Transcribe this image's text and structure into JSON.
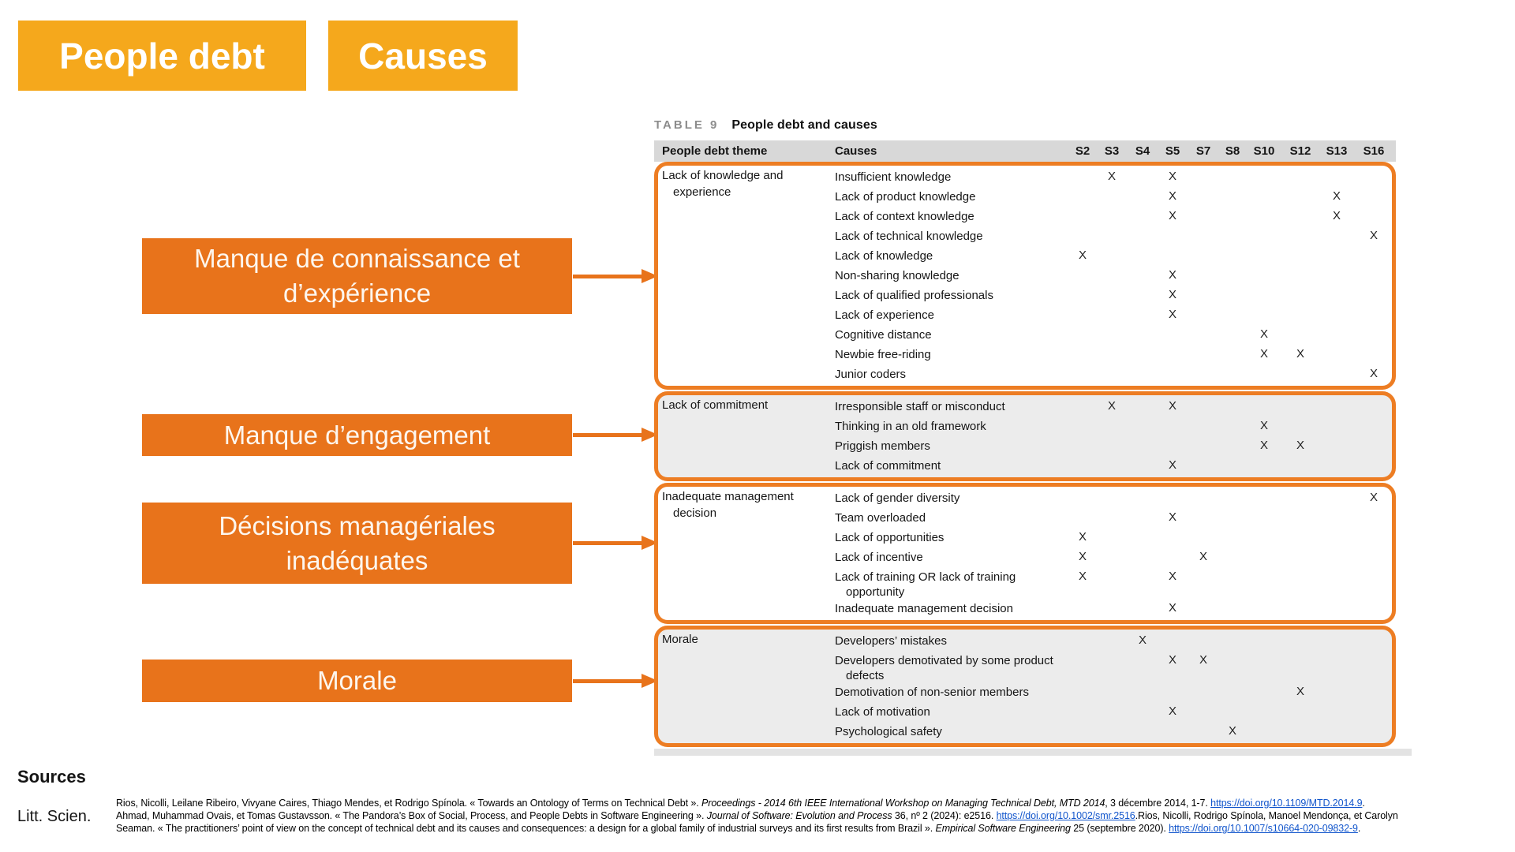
{
  "badges": [
    {
      "label": "People debt"
    },
    {
      "label": "Causes"
    }
  ],
  "colors": {
    "badge_bg": "#F5A81C",
    "annotation_bg": "#E8731B",
    "table_frame": "#ED7D23",
    "header_row_bg": "#D8D8D8",
    "shaded_section_bg": "#ECECEC",
    "link": "#1155CC"
  },
  "annotations": [
    {
      "lines": [
        "Manque de connaissance et",
        "d’expérience"
      ]
    },
    {
      "lines": [
        "Manque d’engagement"
      ]
    },
    {
      "lines": [
        "Décisions managériales",
        "inadéquates"
      ]
    },
    {
      "lines": [
        "Morale"
      ]
    }
  ],
  "table": {
    "caption_tag": "TABLE 9",
    "caption_title": "People debt and causes",
    "col_theme_header": "People debt theme",
    "col_causes_header": "Causes",
    "study_columns": [
      "S2",
      "S3",
      "S4",
      "S5",
      "S7",
      "S8",
      "S10",
      "S12",
      "S13",
      "S16"
    ],
    "mark_glyph": "X",
    "sections": [
      {
        "theme": "Lack of knowledge and experience",
        "shaded": false,
        "rows": [
          {
            "cause": "Insufficient knowledge",
            "marks": [
              "S3",
              "S5"
            ]
          },
          {
            "cause": "Lack of product knowledge",
            "marks": [
              "S5",
              "S13"
            ]
          },
          {
            "cause": "Lack of context knowledge",
            "marks": [
              "S5",
              "S13"
            ]
          },
          {
            "cause": "Lack of technical knowledge",
            "marks": [
              "S16"
            ]
          },
          {
            "cause": "Lack of knowledge",
            "marks": [
              "S2"
            ]
          },
          {
            "cause": "Non-sharing knowledge",
            "marks": [
              "S5"
            ]
          },
          {
            "cause": "Lack of qualified professionals",
            "marks": [
              "S5"
            ]
          },
          {
            "cause": "Lack of experience",
            "marks": [
              "S5"
            ]
          },
          {
            "cause": "Cognitive distance",
            "marks": [
              "S10"
            ]
          },
          {
            "cause": "Newbie free-riding",
            "marks": [
              "S10",
              "S12"
            ]
          },
          {
            "cause": "Junior coders",
            "marks": [
              "S16"
            ]
          }
        ]
      },
      {
        "theme": "Lack of commitment",
        "shaded": true,
        "rows": [
          {
            "cause": "Irresponsible staff or misconduct",
            "marks": [
              "S3",
              "S5"
            ]
          },
          {
            "cause": "Thinking in an old framework",
            "marks": [
              "S10"
            ]
          },
          {
            "cause": "Priggish members",
            "marks": [
              "S10",
              "S12"
            ]
          },
          {
            "cause": "Lack of commitment",
            "marks": [
              "S5"
            ]
          }
        ]
      },
      {
        "theme": "Inadequate management decision",
        "shaded": false,
        "rows": [
          {
            "cause": "Lack of gender diversity",
            "marks": [
              "S16"
            ]
          },
          {
            "cause": "Team overloaded",
            "marks": [
              "S5"
            ]
          },
          {
            "cause": "Lack of opportunities",
            "marks": [
              "S2"
            ]
          },
          {
            "cause": "Lack of incentive",
            "marks": [
              "S2",
              "S7"
            ]
          },
          {
            "cause": "Lack of training OR lack of training opportunity",
            "marks": [
              "S2",
              "S5"
            ],
            "two_line": true
          },
          {
            "cause": "Inadequate management decision",
            "marks": [
              "S5"
            ]
          }
        ]
      },
      {
        "theme": "Morale",
        "shaded": true,
        "rows": [
          {
            "cause": "Developers’ mistakes",
            "marks": [
              "S4"
            ]
          },
          {
            "cause": "Developers demotivated by some product defects",
            "marks": [
              "S5",
              "S7"
            ],
            "two_line": true
          },
          {
            "cause": "Demotivation of non-senior members",
            "marks": [
              "S12"
            ]
          },
          {
            "cause": "Lack of motivation",
            "marks": [
              "S5"
            ]
          },
          {
            "cause": "Psychological safety",
            "marks": [
              "S8"
            ]
          }
        ]
      }
    ]
  },
  "sources": {
    "heading": "Sources",
    "category": "Litt. Scien.",
    "citations": [
      [
        {
          "t": "Rios, Nicolli, Leilane Ribeiro, Vivyane Caires, Thiago Mendes, et Rodrigo Spínola. « Towards an Ontology of Terms on Technical Debt ». ",
          "s": "n"
        },
        {
          "t": "Proceedings - 2014 6th IEEE International Workshop on Managing Technical Debt, MTD 2014",
          "s": "i"
        },
        {
          "t": ", 3 décembre 2014, 1-7. ",
          "s": "n"
        },
        {
          "t": "https://doi.org/10.1109/MTD.2014.9",
          "s": "l"
        },
        {
          "t": ".",
          "s": "n"
        }
      ],
      [
        {
          "t": "Ahmad, Muhammad Ovais, et Tomas Gustavsson. « The Pandora’s Box of Social, Process, and People Debts in Software Engineering ». ",
          "s": "n"
        },
        {
          "t": "Journal of Software: Evolution and Process",
          "s": "i"
        },
        {
          "t": " 36, nº 2 (2024): e2516. ",
          "s": "n"
        },
        {
          "t": "https://doi.org/10.1002/smr.2516",
          "s": "l"
        },
        {
          "t": ".Rios, Nicolli, Rodrigo Spínola, Manoel Mendonça, et Carolyn",
          "s": "n"
        }
      ],
      [
        {
          "t": "Seaman. « The practitioners’ point of view on the concept of technical debt and its causes and consequences: a design for a global family of industrial surveys and its first results from Brazil ». ",
          "s": "n"
        },
        {
          "t": "Empirical Software Engineering",
          "s": "i"
        },
        {
          "t": " 25 (septembre 2020). ",
          "s": "n"
        },
        {
          "t": "https://doi.org/10.1007/s10664-020-09832-9",
          "s": "l"
        },
        {
          "t": ".",
          "s": "n"
        }
      ]
    ]
  }
}
